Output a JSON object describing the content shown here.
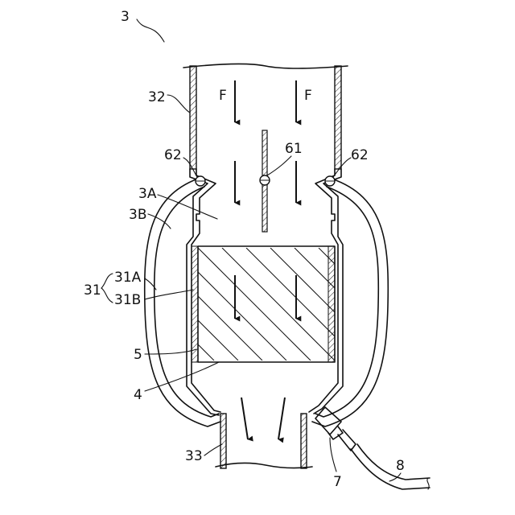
{
  "figure": {
    "reference_number": "3",
    "labels": {
      "flow_left": "F",
      "flow_right": "F",
      "upstream_pipe": "32",
      "valve": "61",
      "seal_left": "62",
      "seal_right": "62",
      "inner_space": "3A",
      "outer_space": "3B",
      "housing": "31",
      "outer_shell": "31A",
      "inner_shell": "31B",
      "mat": "5",
      "catalyst": "4",
      "downstream_pipe": "33",
      "connector": "7",
      "hose": "8"
    }
  }
}
